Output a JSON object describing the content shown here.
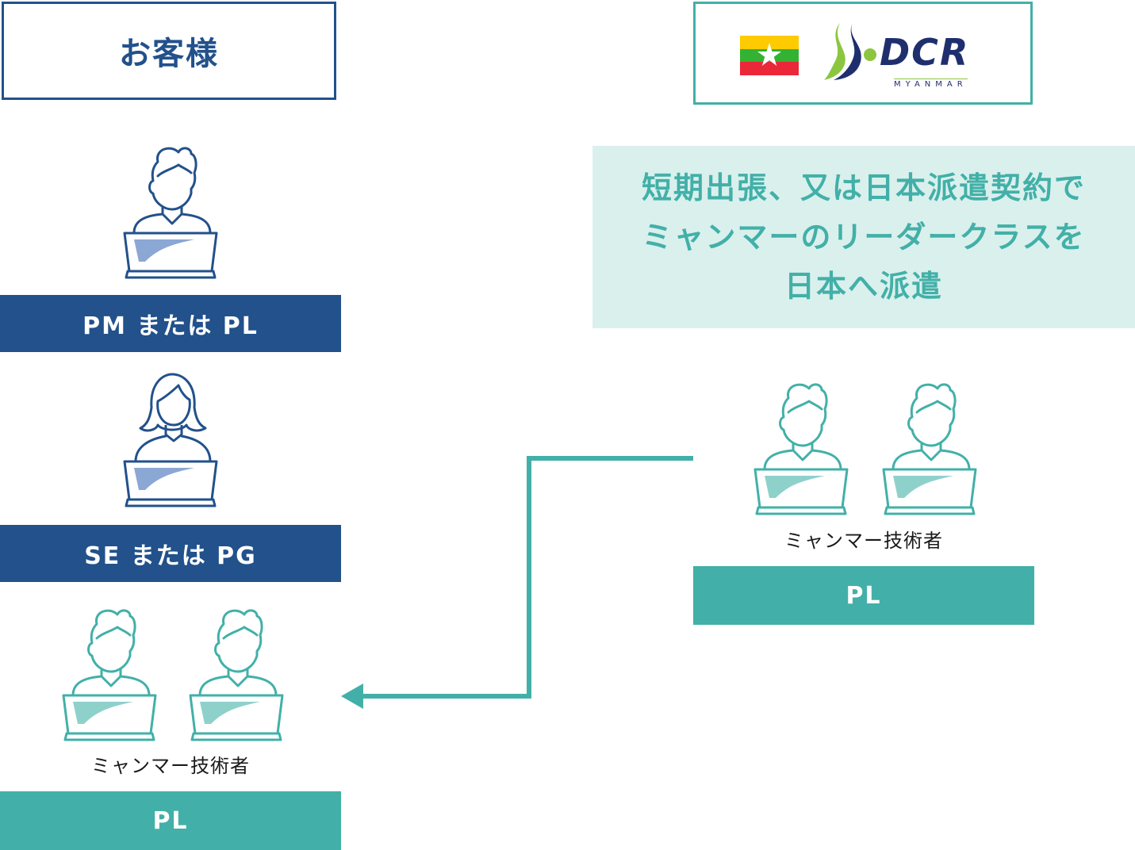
{
  "client": {
    "title": "お客様",
    "roles": [
      {
        "label": "PM または PL"
      },
      {
        "label": "SE または PG"
      },
      {
        "label": "PL"
      }
    ],
    "engineers_caption": "ミャンマー技術者"
  },
  "vendor": {
    "logo_text": "DCR",
    "logo_subtext": "MYANMAR",
    "info_lines": [
      "短期出張、又は日本派遣契約で",
      "ミャンマーのリーダークラスを",
      "日本へ派遣"
    ],
    "engineers_caption": "ミャンマー技術者",
    "role_label": "PL"
  },
  "colors": {
    "navy": "#22518b",
    "teal": "#42b0a8",
    "light_teal": "#daf0ed",
    "screen_blue": "#8ba7d4",
    "screen_teal": "#8ed1cb",
    "logo_navy": "#1f2f6e",
    "logo_green": "#8cc63f"
  },
  "icons": {
    "person": "person-at-laptop-icon",
    "woman": "woman-at-laptop-icon",
    "flag": "myanmar-flag-icon",
    "arrow": "arrow-left-icon"
  }
}
